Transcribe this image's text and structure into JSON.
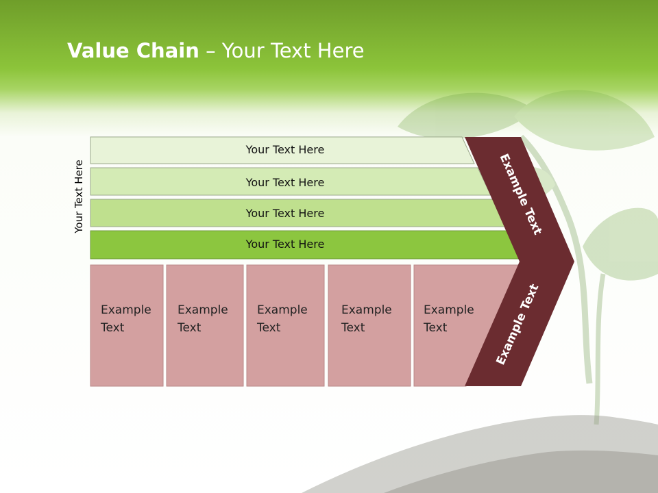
{
  "slide": {
    "title_bold": "Value Chain",
    "title_rest": " – Your Text Here",
    "side_label": "Your Text Here"
  },
  "bars": [
    {
      "label": "Your Text Here",
      "color": "#e8f3d8"
    },
    {
      "label": "Your Text Here",
      "color": "#d4ebb5"
    },
    {
      "label": "Your Text Here",
      "color": "#bfe08e"
    },
    {
      "label": "Your Text Here",
      "color": "#8cc63f"
    }
  ],
  "boxes": [
    {
      "line1": "Example",
      "line2": "Text"
    },
    {
      "line1": "Example",
      "line2": "Text"
    },
    {
      "line1": "Example",
      "line2": "Text"
    },
    {
      "line1": "Example",
      "line2": "Text"
    },
    {
      "line1": "Example",
      "line2": "Text"
    }
  ],
  "chevron": {
    "upper_text": "Example Text",
    "lower_text": "Example Text",
    "color": "#6b2c30"
  },
  "colors": {
    "box_fill": "#d3a0a0",
    "box_stroke": "#b98888",
    "leaf": "#7aab4a",
    "soil": "#8a8a80"
  }
}
